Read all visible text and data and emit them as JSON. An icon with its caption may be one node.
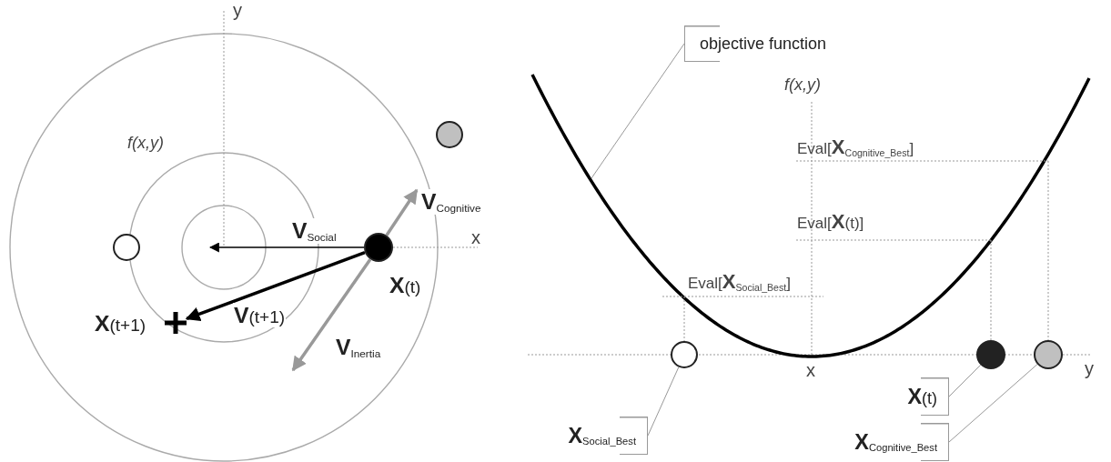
{
  "diagram": {
    "nodes": [
      {
        "text": [],
        "shape": "circle"
      },
      {
        "text": [],
        "shape": "circle"
      },
      {
        "text": [],
        "shape": "circle",
        "beside": [
          "**X**(t)"
        ]
      },
      {
        "text": [],
        "shape": "cross",
        "beside": [
          "**X**(t+1)"
        ]
      },
      {
        "text": [
          "objective function"
        ]
      },
      {
        "text": [],
        "shape": "circle"
      },
      {
        "text": [],
        "shape": "circle"
      },
      {
        "text": [],
        "shape": "circle"
      },
      {
        "text": [
          "**X**$_{Social_Best}$"
        ]
      },
      {
        "text": [
          "**X**(t)"
        ]
      },
      {
        "text": [
          "**X**$_{Cognitive_Best}$"
        ]
      }
    ],
    "edges": [
      {
        "from": 2,
        "to": null,
        "arrow": "to",
        "label": "**V**$_{Social}$",
        "color": "#000000"
      },
      {
        "from": 2,
        "to": 3,
        "arrow": "to",
        "label": "**V**(t+1)",
        "style": "thick",
        "color": "#000000"
      },
      {
        "from": 2,
        "to": null,
        "arrow": "to",
        "label": "**V**$_{Cognitive}$",
        "style": "thick",
        "color": "#999999"
      },
      {
        "from": 2,
        "to": null,
        "arrow": "to",
        "label": "**V**$_{Inertia}$",
        "style": "thick",
        "color": "#999999"
      },
      {
        "from": 4,
        "to": null,
        "arrow": "none",
        "color": "#999999"
      },
      {
        "from": 8,
        "to": 5,
        "arrow": "none",
        "color": "#999999"
      },
      {
        "from": 9,
        "to": 6,
        "arrow": "none",
        "color": "#999999"
      },
      {
        "from": 10,
        "to": 7,
        "arrow": "none",
        "color": "#999999"
      }
    ],
    "labels": [
      "y",
      "x",
      "f(x,y)",
      "f(x,y)",
      "Eval[**X**$_{Cognitive_Best}$]",
      "Eval[**X**(t)]",
      "Eval[**X**$_{Social_Best}$]",
      "x",
      "y"
    ]
  }
}
